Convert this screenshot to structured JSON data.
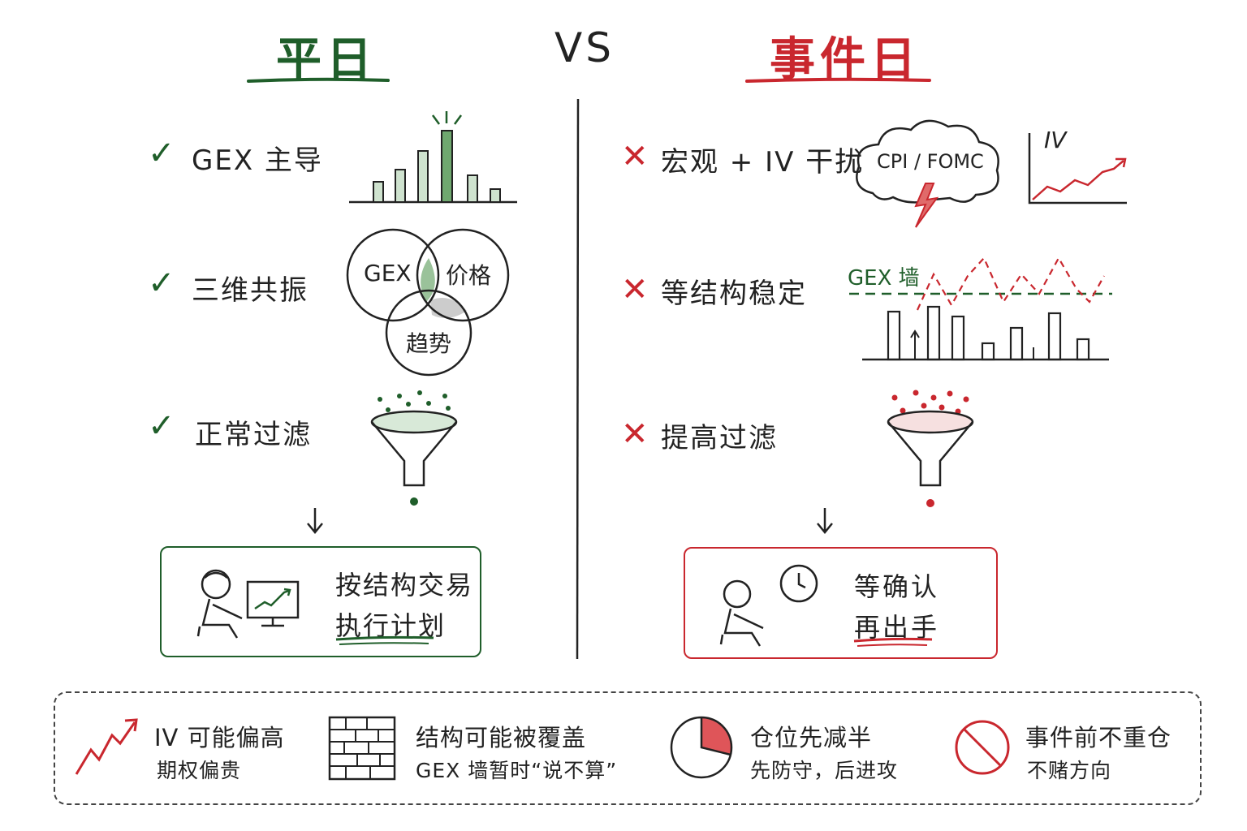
{
  "header": {
    "left_title": "平日",
    "vs": "VS",
    "right_title": "事件日"
  },
  "left": {
    "rows": [
      {
        "label": "GEX 主导"
      },
      {
        "label": "三维共振"
      },
      {
        "label": "正常过滤"
      }
    ],
    "venn": {
      "gex": "GEX",
      "price": "价格",
      "trend": "趋势"
    },
    "result": {
      "line1": "按结构交易",
      "line2": "执行计划"
    }
  },
  "right": {
    "rows": [
      {
        "label": "宏观 + IV 干扰"
      },
      {
        "label": "等结构稳定"
      },
      {
        "label": "提高过滤"
      }
    ],
    "cloud_text": "CPI / FOMC",
    "iv_chart_label": "IV",
    "gex_wall_label": "GEX 墙",
    "result": {
      "line1": "等确认",
      "line2": "再出手"
    }
  },
  "bottom": [
    {
      "line1": "IV 可能偏高",
      "line2": "期权偏贵",
      "icon": "rising-arrow-icon"
    },
    {
      "line1": "结构可能被覆盖",
      "line2": "GEX 墙暂时“说不算”",
      "icon": "brick-wall-icon"
    },
    {
      "line1": "仓位先减半",
      "line2": "先防守，后进攻",
      "icon": "pie-half-icon"
    },
    {
      "line1": "事件前不重仓",
      "line2": "不赌方向",
      "icon": "prohibited-icon"
    }
  ],
  "colors": {
    "green": "#1f5e2a",
    "red": "#c9272e",
    "ink": "#222222"
  }
}
